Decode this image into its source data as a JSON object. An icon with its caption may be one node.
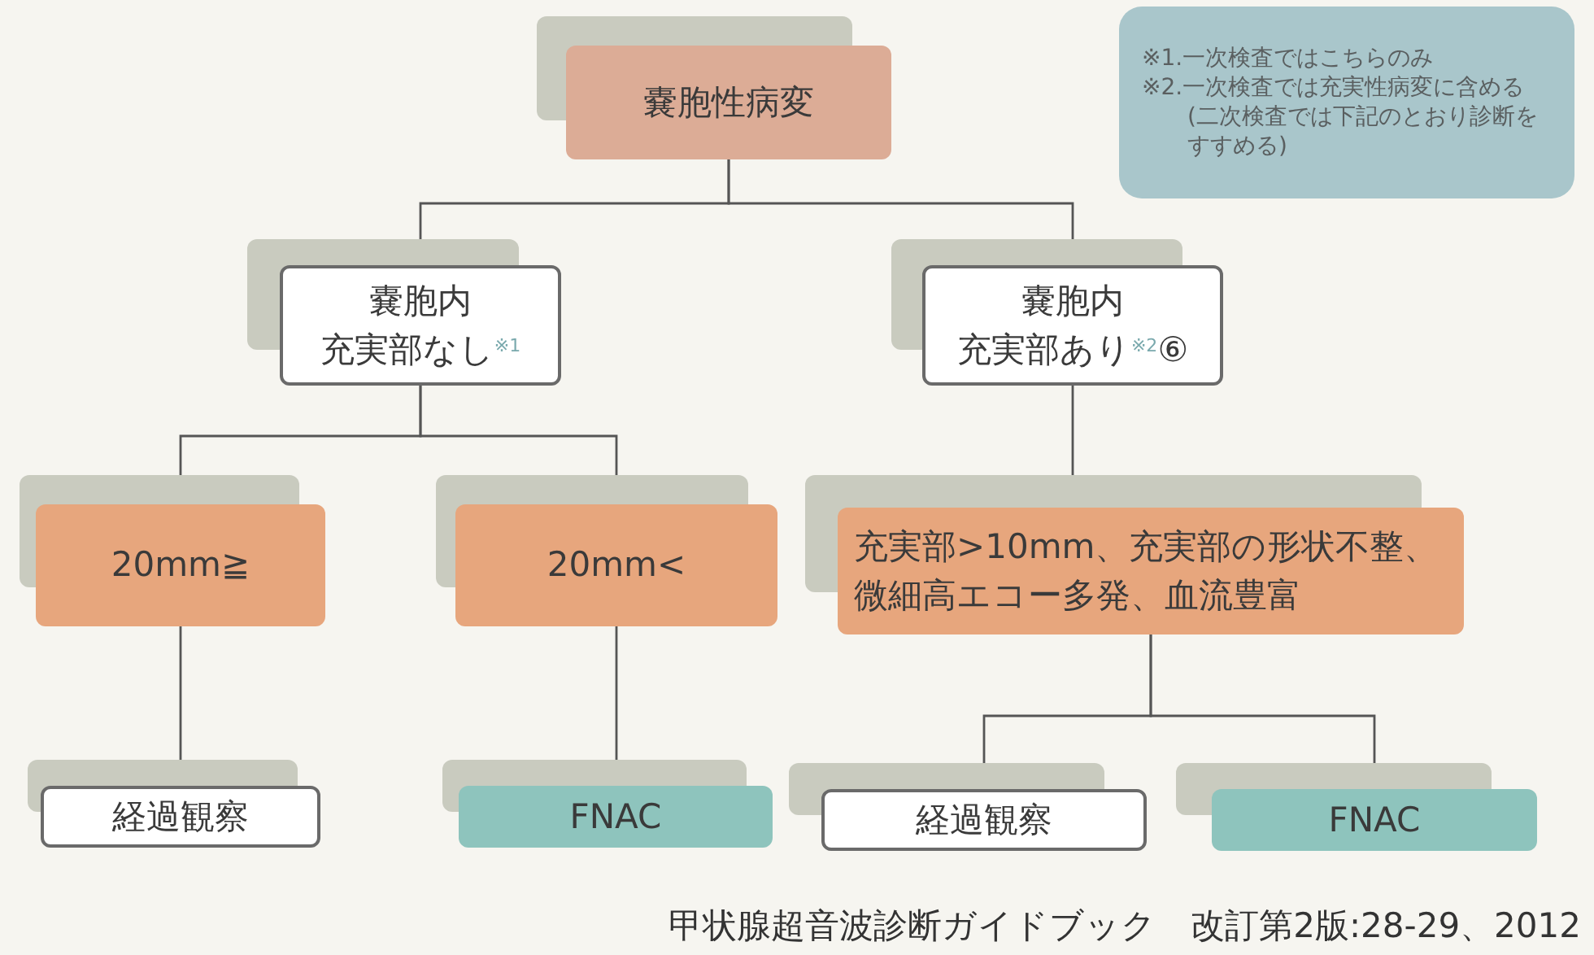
{
  "diagram": {
    "caption": "甲状腺超音波診断ガイドブック　改訂第2版:28-29、2012",
    "nodes": [
      {
        "text": [
          "嚢胞性病変"
        ]
      },
      {
        "text": [
          "嚢胞内",
          "充実部なし$^{※1}$"
        ]
      },
      {
        "text": [
          "嚢胞内",
          "充実部あり$^{※2}$⑥"
        ]
      },
      {
        "text": [
          "20mm≧"
        ]
      },
      {
        "text": [
          "20mm<"
        ]
      },
      {
        "text": [
          "充実部>10mm、充実部の形状不整、微細高エコー多発、血流豊富"
        ]
      },
      {
        "text": [
          "経過観察"
        ]
      },
      {
        "text": [
          "FNAC"
        ]
      },
      {
        "text": [
          "経過観察"
        ]
      },
      {
        "text": [
          "FNAC"
        ]
      },
      {
        "text": [
          "※1.一次検査ではこちらのみ",
          "※2.一次検査では充実性病変に含める(二次検査では下記のとおり診断をすすめる)"
        ]
      }
    ],
    "edges": [
      {
        "from": 0,
        "to": 1,
        "arrow": "none"
      },
      {
        "from": 0,
        "to": 2,
        "arrow": "none"
      },
      {
        "from": 1,
        "to": 3,
        "arrow": "none"
      },
      {
        "from": 1,
        "to": 4,
        "arrow": "none"
      },
      {
        "from": 2,
        "to": 5,
        "arrow": "none"
      },
      {
        "from": 3,
        "to": 6,
        "arrow": "none"
      },
      {
        "from": 4,
        "to": 7,
        "arrow": "none"
      },
      {
        "from": 5,
        "to": 8,
        "arrow": "none"
      },
      {
        "from": 5,
        "to": 9,
        "arrow": "none"
      }
    ]
  }
}
